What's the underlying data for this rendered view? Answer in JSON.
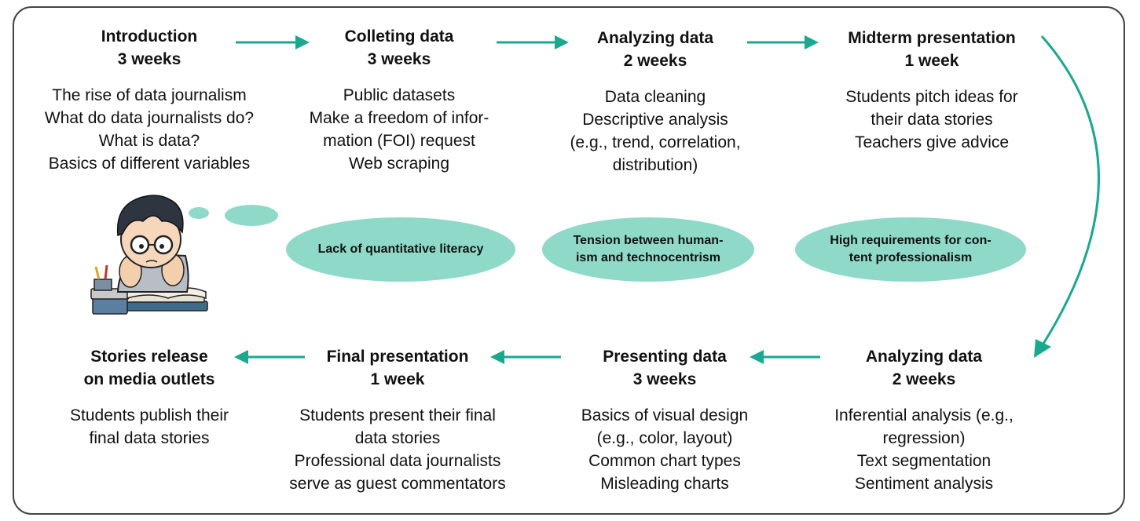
{
  "stages": [
    {
      "id": "introduction",
      "title": "Introduction",
      "duration": "3 weeks",
      "items": [
        "The rise of data journalism",
        "What do data journalists do?",
        "What is data?",
        "Basics of different variables"
      ]
    },
    {
      "id": "colleting-data",
      "title": "Colleting data",
      "duration": "3 weeks",
      "items": [
        "Public datasets",
        "Make a freedom of infor-",
        "mation (FOI) request",
        "Web scraping"
      ]
    },
    {
      "id": "analyzing-data-1",
      "title": "Analyzing data",
      "duration": "2 weeks",
      "items": [
        "Data cleaning",
        "Descriptive analysis",
        "(e.g., trend, correlation,",
        "distribution)"
      ]
    },
    {
      "id": "midterm-presentation",
      "title": "Midterm presentation",
      "duration": "1 week",
      "items": [
        "Students pitch ideas for",
        "their data stories",
        "Teachers give advice"
      ]
    },
    {
      "id": "stories-release",
      "title": "Stories release",
      "duration": "on media outlets",
      "items": [
        "Students publish their",
        "final data stories"
      ]
    },
    {
      "id": "final-presentation",
      "title": "Final presentation",
      "duration": "1 week",
      "items": [
        "Students present their final",
        "data stories",
        "Professional data journalists",
        "serve as guest commentators"
      ]
    },
    {
      "id": "presenting-data",
      "title": "Presenting data",
      "duration": "3 weeks",
      "items": [
        "Basics of visual design",
        "(e.g., color, layout)",
        "Common chart types",
        "Misleading charts"
      ]
    },
    {
      "id": "analyzing-data-2",
      "title": "Analyzing data",
      "duration": "2 weeks",
      "items": [
        "Inferential analysis (e.g.,",
        "regression)",
        "Text segmentation",
        "Sentiment analysis"
      ]
    }
  ],
  "challenges": [
    {
      "lines": [
        "Lack of quantitative literacy"
      ]
    },
    {
      "lines": [
        "Tension between human-",
        "ism and technocentrism"
      ]
    },
    {
      "lines": [
        "High requirements for con-",
        "tent professionalism"
      ]
    }
  ],
  "colors": {
    "accent": "#1aa88f",
    "bubble": "#8fd9c9",
    "frame": "#444444"
  },
  "illustration": "worried-student-with-books"
}
